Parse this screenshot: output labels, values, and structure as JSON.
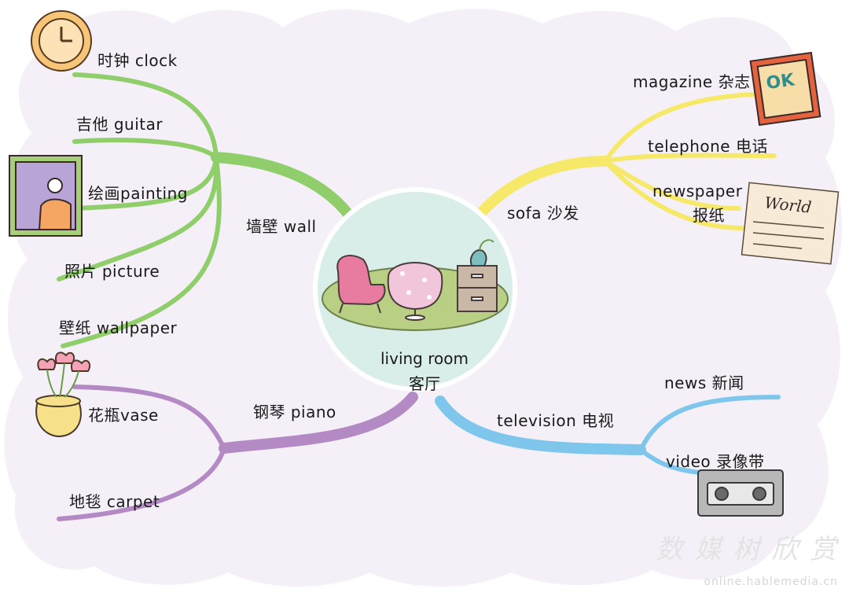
{
  "center": {
    "line1": "living room",
    "line2": "客厅"
  },
  "branches": {
    "wall": {
      "label": "墙壁 wall",
      "items": [
        "时钟 clock",
        "吉他 guitar",
        "绘画painting",
        "照片 picture",
        "壁纸 wallpaper"
      ]
    },
    "sofa": {
      "label": "sofa 沙发",
      "items": [
        "magazine 杂志",
        "telephone 电话",
        "newspaper",
        "报纸"
      ]
    },
    "piano": {
      "label": "钢琴 piano",
      "items": [
        "花瓶vase",
        "地毯 carpet"
      ]
    },
    "television": {
      "label": "television 电视",
      "items": [
        "news 新闻",
        "video 录像带"
      ]
    }
  },
  "illustrations": {
    "magazine_cover": "OK",
    "newspaper_masthead": "World"
  },
  "watermark": {
    "text": "数 媒 树 欣 赏",
    "url": "online.hablemedia.cn"
  },
  "colors": {
    "wall_branch": "#8fce6a",
    "sofa_branch": "#f6e96a",
    "piano_branch": "#b48ac4",
    "tv_branch": "#7fc6ec",
    "center_fill": "#d9eee9",
    "cloud_fill": "#f5f0f8"
  }
}
